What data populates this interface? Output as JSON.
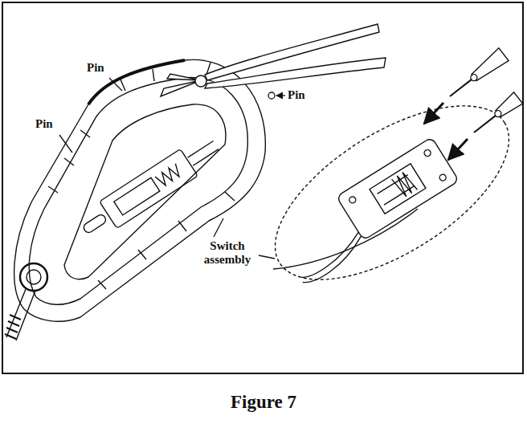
{
  "diagram": {
    "caption": "Figure 7",
    "labels": [
      "Pin",
      "Pin",
      "Pin",
      "Switch assembly"
    ]
  }
}
